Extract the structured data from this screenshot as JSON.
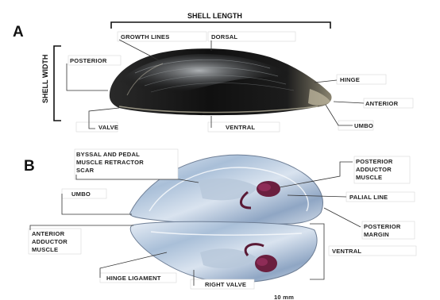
{
  "panel_a": {
    "letter": "A",
    "shell_length": "SHELL LENGTH",
    "shell_width": "SHELL WIDTH",
    "labels": {
      "growth_lines": "GROWTH LINES",
      "dorsal": "DORSAL",
      "posterior": "POSTERIOR",
      "hinge": "HINGE",
      "anterior": "ANTERIOR",
      "valve": "VALVE",
      "ventral": "VENTRAL",
      "umbo": "UMBO"
    }
  },
  "panel_b": {
    "letter": "B",
    "labels": {
      "byssal_1": "BYSSAL AND PEDAL",
      "byssal_2": "MUSCLE RETRACTOR",
      "byssal_3": "SCAR",
      "post_add_1": "POSTERIOR",
      "post_add_2": "ADDUCTOR",
      "post_add_3": "MUSCLE",
      "umbo": "UMBO",
      "palial_line": "PALIAL LINE",
      "post_margin_1": "POSTERIOR",
      "post_margin_2": "MARGIN",
      "ant_add_1": "ANTERIOR",
      "ant_add_2": "ADDUCTOR",
      "ant_add_3": "MUSCLE",
      "ventral": "VENTRAL",
      "hinge_ligament": "HINGE LIGAMENT",
      "right_valve": "RIGHT VALVE",
      "scale": "10 mm"
    }
  }
}
